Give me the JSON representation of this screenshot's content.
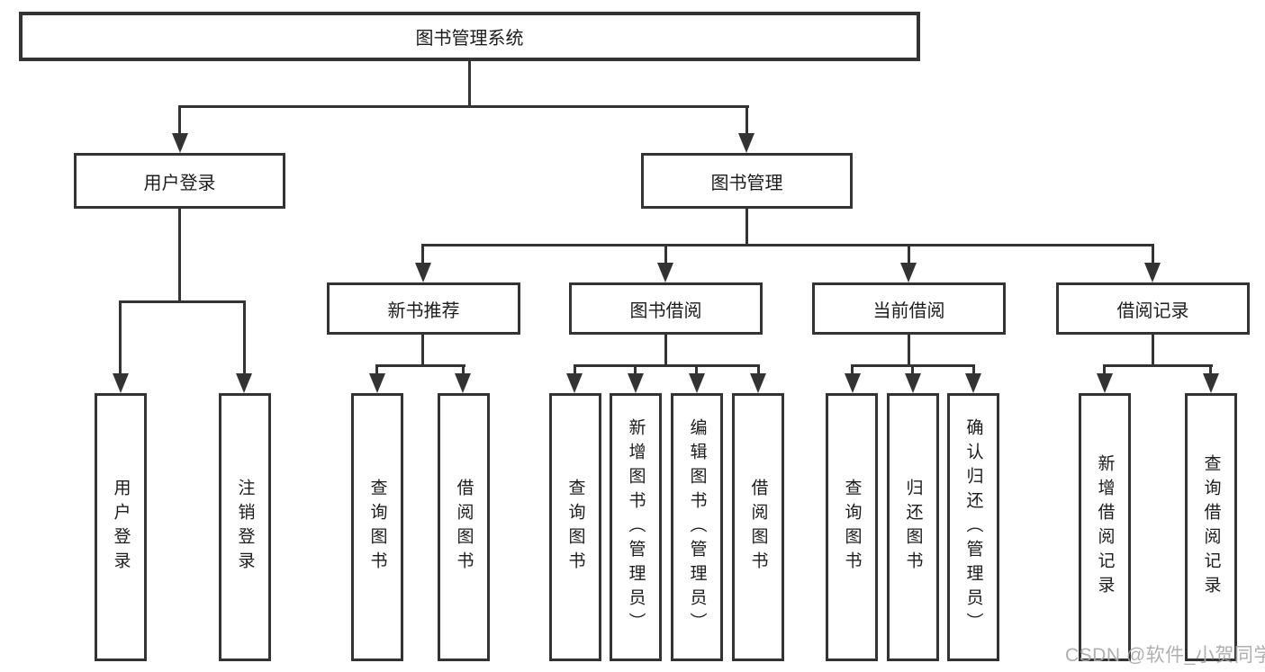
{
  "diagram_title": "图书管理系统",
  "watermark": "CSDN @软件_小贺同学",
  "colors": {
    "line": "#333333",
    "text": "#1c1c1c",
    "background": "#ffffff",
    "watermark": "#a8a8a8"
  },
  "tree": {
    "root": {
      "label": "图书管理系统"
    },
    "branches": [
      {
        "label": "用户登录",
        "children": [
          {
            "label": "用户登录"
          },
          {
            "label": "注销登录"
          }
        ]
      },
      {
        "label": "图书管理",
        "children": [
          {
            "label": "新书推荐",
            "children": [
              {
                "label": "查询图书"
              },
              {
                "label": "借阅图书"
              }
            ]
          },
          {
            "label": "图书借阅",
            "children": [
              {
                "label": "查询图书"
              },
              {
                "label": "新增图书（管理员）"
              },
              {
                "label": "编辑图书（管理员）"
              },
              {
                "label": "借阅图书"
              }
            ]
          },
          {
            "label": "当前借阅",
            "children": [
              {
                "label": "查询图书"
              },
              {
                "label": "归还图书"
              },
              {
                "label": "确认归还（管理员）"
              }
            ]
          },
          {
            "label": "借阅记录",
            "children": [
              {
                "label": "新增借阅记录"
              },
              {
                "label": "查询借阅记录"
              }
            ]
          }
        ]
      }
    ]
  }
}
